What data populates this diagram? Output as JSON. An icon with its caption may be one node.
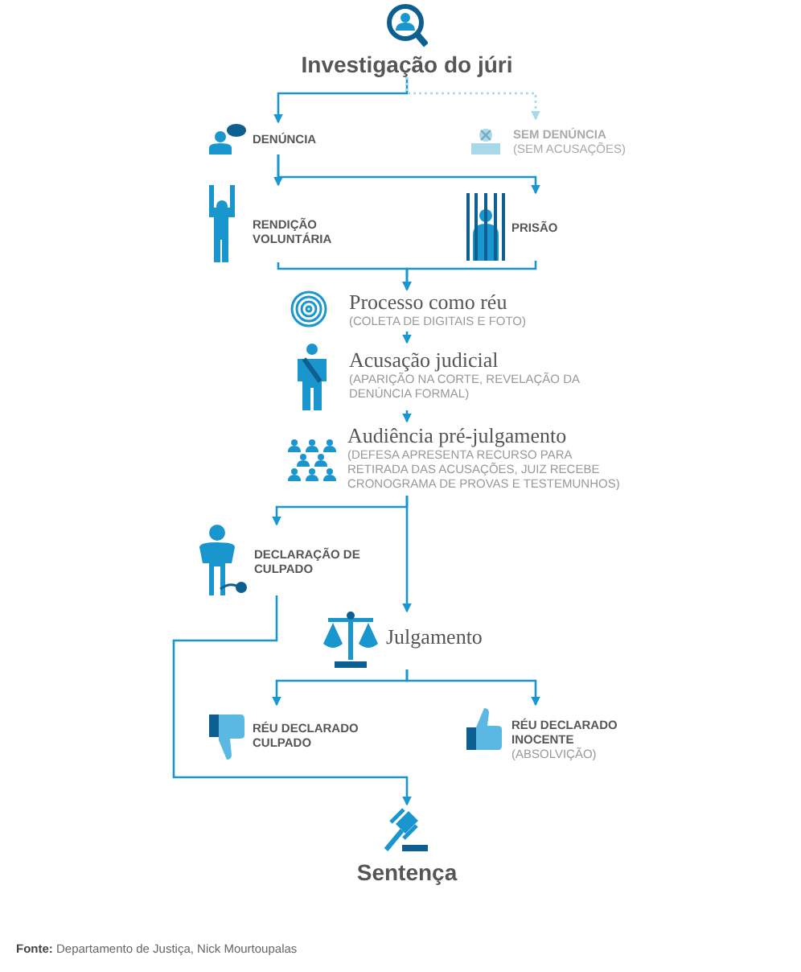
{
  "diagram": {
    "nodes": [
      {
        "text": [
          "Investigação do júri"
        ]
      },
      {
        "text": [
          "DENÚNCIA"
        ]
      },
      {
        "text": [
          "SEM DENÚNCIA",
          "(SEM ACUSAÇÕES)"
        ]
      },
      {
        "text": [
          "RENDIÇÃO VOLUNTÁRIA"
        ]
      },
      {
        "text": [
          "PRISÃO"
        ]
      },
      {
        "text": [
          "Processo como réu",
          "(COLETA DE DIGITAIS E FOTO)"
        ]
      },
      {
        "text": [
          "Acusação judicial",
          "(APARIÇÃO NA CORTE, REVELAÇÃO DA DENÚNCIA FORMAL)"
        ]
      },
      {
        "text": [
          "Audiência pré-julgamento",
          "(DEFESA APRESENTA RECURSO PARA RETIRADA DAS ACUSAÇÕES, JUIZ RECEBE CRONOGRAMA DE PROVAS E TESTEMUNHOS)"
        ]
      },
      {
        "text": [
          "DECLARAÇÃO DE CULPADO"
        ]
      },
      {
        "text": [
          "Julgamento"
        ]
      },
      {
        "text": [
          "RÉU DECLARADO CULPADO"
        ]
      },
      {
        "text": [
          "RÉU DECLARADO INOCENTE",
          "(ABSOLVIÇÃO)"
        ]
      },
      {
        "text": [
          "Sentença"
        ]
      }
    ],
    "edges": [
      {
        "from": 0,
        "to": 1,
        "arrow": "to"
      },
      {
        "from": 0,
        "to": 2,
        "arrow": "to",
        "style": "dashed",
        "color": "#a8d8ea"
      },
      {
        "from": 1,
        "to": 3,
        "arrow": "to"
      },
      {
        "from": 1,
        "to": 4,
        "arrow": "to"
      },
      {
        "from": 3,
        "to": 5,
        "arrow": "to"
      },
      {
        "from": 4,
        "to": 5,
        "arrow": "to"
      },
      {
        "from": 5,
        "to": 6,
        "arrow": "to"
      },
      {
        "from": 6,
        "to": 7,
        "arrow": "to"
      },
      {
        "from": 7,
        "to": 8,
        "arrow": "to"
      },
      {
        "from": 7,
        "to": 9,
        "arrow": "to"
      },
      {
        "from": 9,
        "to": 10,
        "arrow": "to"
      },
      {
        "from": 9,
        "to": 11,
        "arrow": "to"
      },
      {
        "from": 8,
        "to": 12,
        "arrow": "to"
      }
    ],
    "labels": [
      "**Fonte:** Departamento de Justiça, Nick Mourtoupalas"
    ]
  }
}
